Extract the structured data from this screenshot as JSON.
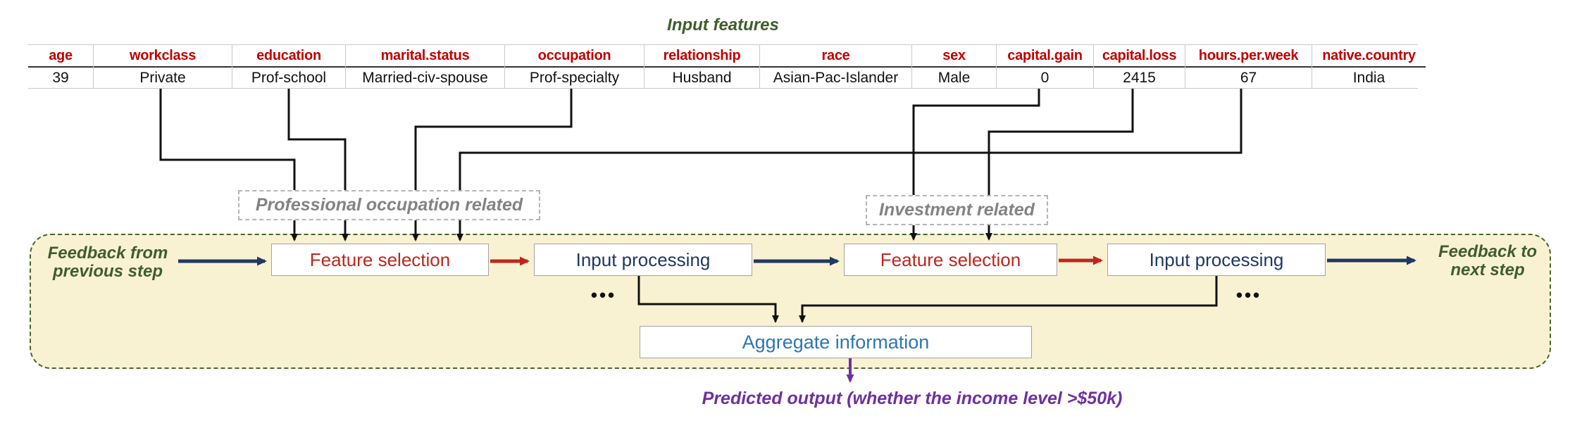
{
  "title": "Input features",
  "table": {
    "columns": [
      {
        "header": "age",
        "value": "39"
      },
      {
        "header": "workclass",
        "value": "Private"
      },
      {
        "header": "education",
        "value": "Prof-school"
      },
      {
        "header": "marital.status",
        "value": "Married-civ-spouse"
      },
      {
        "header": "occupation",
        "value": "Prof-specialty"
      },
      {
        "header": "relationship",
        "value": "Husband"
      },
      {
        "header": "race",
        "value": "Asian-Pac-Islander"
      },
      {
        "header": "sex",
        "value": "Male"
      },
      {
        "header": "capital.gain",
        "value": "0"
      },
      {
        "header": "capital.loss",
        "value": "2415"
      },
      {
        "header": "hours.per.week",
        "value": "67"
      },
      {
        "header": "native.country",
        "value": "India"
      }
    ]
  },
  "feature_groups": {
    "professional": {
      "label": "Professional occupation related",
      "features": [
        "workclass",
        "education",
        "occupation",
        "hours.per.week"
      ]
    },
    "investment": {
      "label": "Investment related",
      "features": [
        "capital.gain",
        "capital.loss"
      ]
    }
  },
  "pipeline": {
    "feedback_from": "Feedback from\nprevious step",
    "feedback_to": "Feedback to\nnext step",
    "feature_selection": "Feature selection",
    "input_processing": "Input processing",
    "aggregate": "Aggregate information",
    "ellipsis": "•••"
  },
  "output": {
    "label": "Predicted output (whether the income level >$50k)"
  },
  "colors": {
    "header_red": "#c00000",
    "box_red": "#c0251c",
    "navy": "#1f3864",
    "blue": "#2e75b6",
    "purple": "#7030a0",
    "green": "#3f5d2d",
    "yellow_bg": "#f9f2d2",
    "gray_label": "#838383"
  }
}
